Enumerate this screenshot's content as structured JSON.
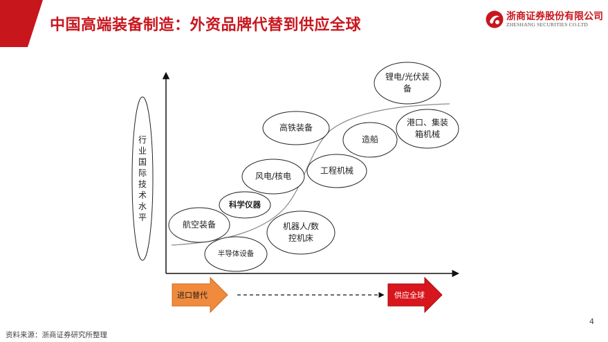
{
  "header": {
    "title": "中国高端装备制造：外资品牌代替到供应全球",
    "brand_color": "#c8161d"
  },
  "logo": {
    "name_cn": "浙商证券股份有限公司",
    "name_en": "ZHESHANG SECURITIES CO.LTD"
  },
  "diagram": {
    "y_axis_label": "行业国际技术水平",
    "industries": {
      "lidian": "锂电/光伏装备",
      "gangkou": "港口、集装箱机械",
      "gaotie": "高铁装备",
      "zaochuan": "造船",
      "gongcheng": "工程机械",
      "fengdian": "风电/核电",
      "kexue": "科学仪器",
      "hangkong": "航空装备",
      "jiqiren": "机器人/数控机床",
      "bandaoti": "半导体设备"
    },
    "stage_left": "进口替代",
    "stage_right": "供应全球",
    "stage_left_color": "#f08a3c",
    "stage_right_color": "#d8161d"
  },
  "footer": {
    "source": "资料来源：浙商证券研究所整理",
    "page": "4"
  }
}
